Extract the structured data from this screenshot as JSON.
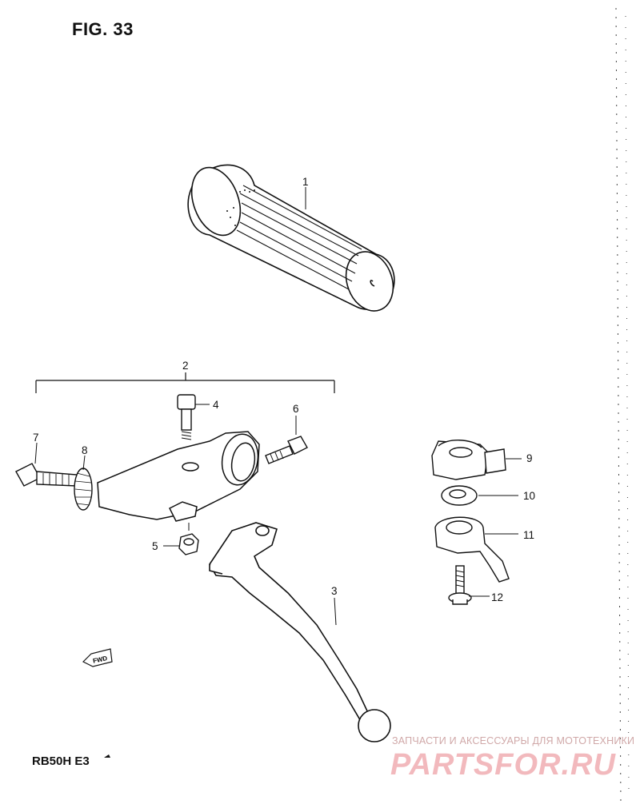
{
  "figure": {
    "title": "FIG. 33"
  },
  "model": {
    "label": "RB50H  E3"
  },
  "callouts": [
    {
      "id": "1",
      "text": "1"
    },
    {
      "id": "2",
      "text": "2"
    },
    {
      "id": "3",
      "text": "3"
    },
    {
      "id": "4",
      "text": "4"
    },
    {
      "id": "5",
      "text": "5"
    },
    {
      "id": "6",
      "text": "6"
    },
    {
      "id": "7",
      "text": "7"
    },
    {
      "id": "8",
      "text": "8"
    },
    {
      "id": "9",
      "text": "9"
    },
    {
      "id": "10",
      "text": "10"
    },
    {
      "id": "11",
      "text": "11"
    },
    {
      "id": "12",
      "text": "12"
    }
  ],
  "fwd_arrow": {
    "text": "FWD"
  },
  "watermark": {
    "tagline": "ЗАПЧАСТИ И АКСЕССУАРЫ ДЛЯ МОТОТЕХНИКИ",
    "logo": "PARTSFOR.RU"
  }
}
